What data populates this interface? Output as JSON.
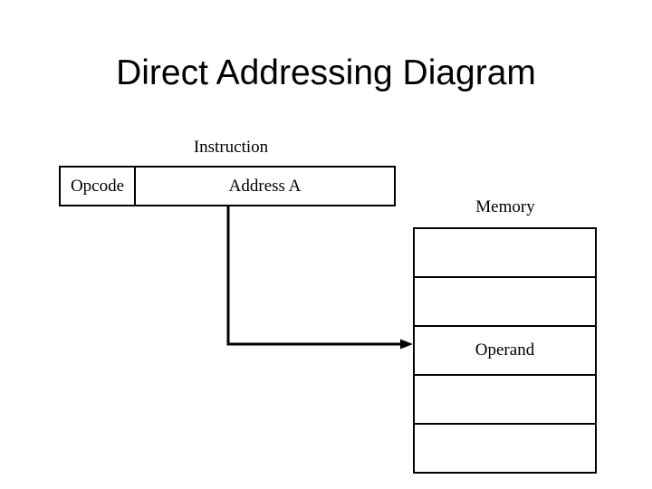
{
  "page": {
    "title": "Direct Addressing Diagram",
    "background_color": "#ffffff",
    "line_color": "#000000"
  },
  "instruction": {
    "caption": "Instruction",
    "fields": [
      {
        "label": "Opcode"
      },
      {
        "label": "Address A"
      }
    ]
  },
  "memory": {
    "caption": "Memory",
    "cells": [
      {
        "label": ""
      },
      {
        "label": ""
      },
      {
        "label": "Operand"
      },
      {
        "label": ""
      },
      {
        "label": ""
      }
    ]
  },
  "connector": {
    "name": "address-to-operand-arrow",
    "from": "Address A",
    "to": "Operand"
  }
}
